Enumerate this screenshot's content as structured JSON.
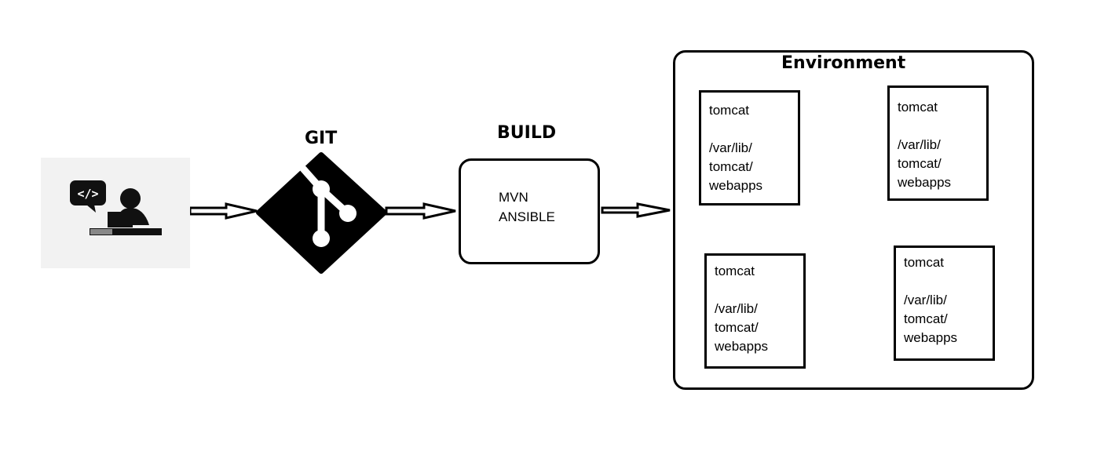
{
  "git": {
    "heading": "GIT",
    "icon": "git-logo-icon"
  },
  "build": {
    "heading": "BUILD",
    "lines": [
      "MVN",
      "ANSIBLE"
    ]
  },
  "environment": {
    "heading": "Environment",
    "servers": [
      {
        "name": "tomcat",
        "path": [
          "/var/lib/",
          "tomcat/",
          "webapps"
        ]
      },
      {
        "name": "tomcat",
        "path": [
          "/var/lib/",
          "tomcat/",
          "webapps"
        ]
      },
      {
        "name": "tomcat",
        "path": [
          "/var/lib/",
          "tomcat/",
          "webapps"
        ]
      },
      {
        "name": "tomcat",
        "path": [
          "/var/lib/",
          "tomcat/",
          "webapps"
        ]
      }
    ]
  },
  "developer": {
    "icon": "developer-laptop-icon",
    "code_glyph": "</>"
  }
}
